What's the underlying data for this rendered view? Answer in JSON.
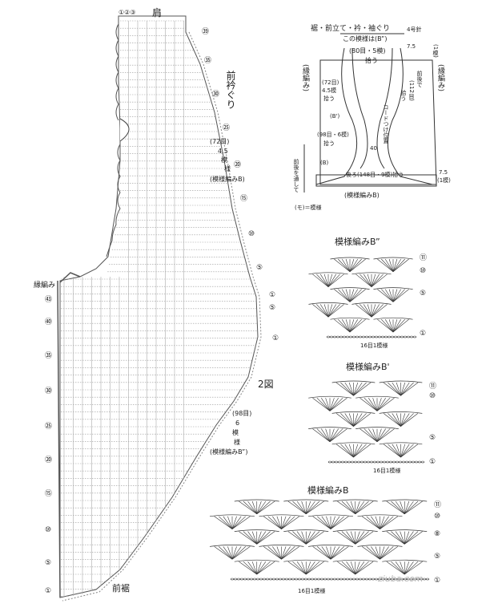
{
  "main_diagram": {
    "top_label": "肩",
    "top_counts": "①②③",
    "neck_label": "前衿ぐり",
    "hem_label": "前裾",
    "edge_label": "縁編み",
    "fig_label": "2図",
    "side_note_1": "(72目)",
    "side_note_2": "4.5",
    "side_note_3": "模",
    "side_note_4": "様",
    "side_note_5": "(模様編みB)",
    "side_note_6": "(98目)",
    "side_note_7": "6",
    "side_note_8": "模",
    "side_note_9": "様",
    "side_note_10": "(模様編みB”)",
    "row_markers_left": [
      "㊸",
      "㊵",
      "㉟",
      "㉚",
      "㉕",
      "⑳",
      "⑮",
      "⑩",
      "⑤",
      "①"
    ],
    "row_markers_right": [
      "㊴",
      "㉟",
      "㉚",
      "㉕",
      "⑳",
      "⑮",
      "⑩",
      "⑤",
      "①",
      "⑤",
      "①"
    ]
  },
  "schematic": {
    "title": "裾・前立て・衿・袖ぐり",
    "size_note": "4号針",
    "top_note": "この模様は(B”)",
    "pickup_1": "(80目・5模)",
    "pickup_1b": "拾う",
    "dim_1": "7.5",
    "dim_1b": "(1模)",
    "left_edge": "(縁編み)",
    "right_edge": "(縁編み)",
    "back_neck": "前後で",
    "back_neck_2": "(112目)",
    "back_neck_3": "拾う",
    "left_pick": "(72目)",
    "left_pick_2": "4.5模",
    "left_pick_3": "拾う",
    "mid_pick": "(98目・6模)",
    "mid_pick_2": "拾う",
    "cord": "コードつけ位置",
    "b_label": "(B')",
    "b_label_2": "(B)",
    "num_40": "40",
    "corner_note": "前後を通して",
    "bottom_pick": "後ろ(148目・9模)拾う",
    "dim_2": "7.5",
    "dim_2b": "(1模)",
    "pattern_b": "(模様編みB)",
    "legend": "(モ)＝模様"
  },
  "panel_b2": {
    "title": "模様編みB”",
    "repeat": "16目1模様",
    "row_labels": [
      "⑪",
      "⑩",
      "⑤",
      "①"
    ]
  },
  "panel_b1": {
    "title": "模様編みB'",
    "repeat": "16目1模様",
    "row_labels": [
      "⑪",
      "⑩",
      "⑤",
      "①"
    ]
  },
  "panel_b": {
    "title": "模様編みB",
    "repeat": "16目1模様",
    "row_labels": [
      "⑪",
      "⑩",
      "⑧",
      "⑤",
      "①"
    ],
    "watermark": "ziuba.com"
  }
}
